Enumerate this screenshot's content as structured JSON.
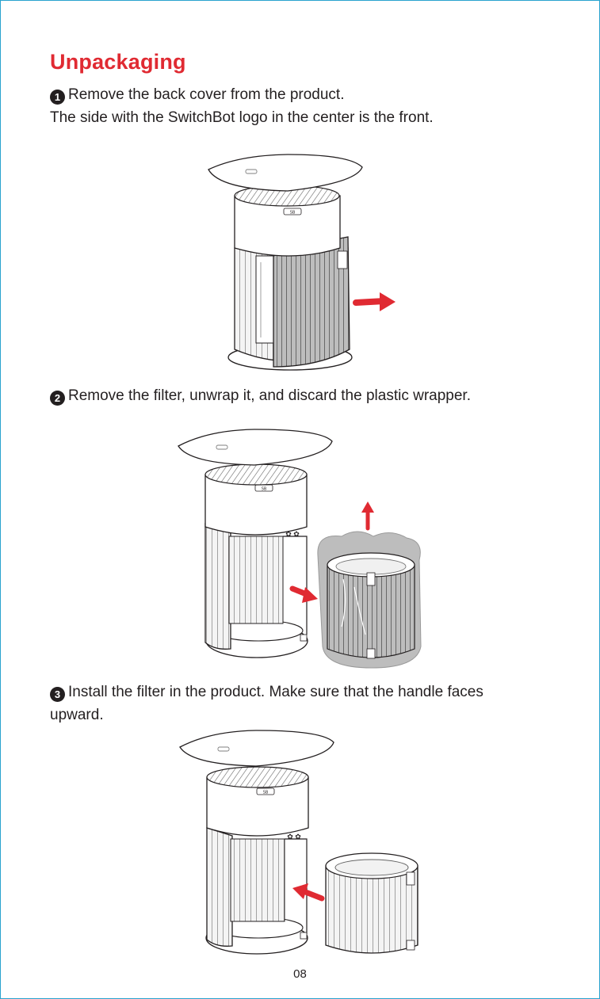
{
  "page": {
    "title": "Unpackaging",
    "page_number": "08",
    "colors": {
      "accent": "#e02a32",
      "border": "#29a3cf",
      "text": "#231f20"
    }
  },
  "steps": [
    {
      "number": "1",
      "line1": "Remove the back cover from the product.",
      "line2": "The side with the SwitchBot logo in the center is the front."
    },
    {
      "number": "2",
      "line1": "Remove the filter, unwrap it, and discard the plastic wrapper.",
      "line2": ""
    },
    {
      "number": "3",
      "line1": "Install the filter in the product. Make sure that the handle faces",
      "line2": "upward."
    }
  ],
  "illustrations": [
    {
      "name": "remove-back-cover",
      "arrow": "right"
    },
    {
      "name": "remove-filter-unwrap",
      "arrow": "up-and-right"
    },
    {
      "name": "install-filter",
      "arrow": "left"
    }
  ]
}
